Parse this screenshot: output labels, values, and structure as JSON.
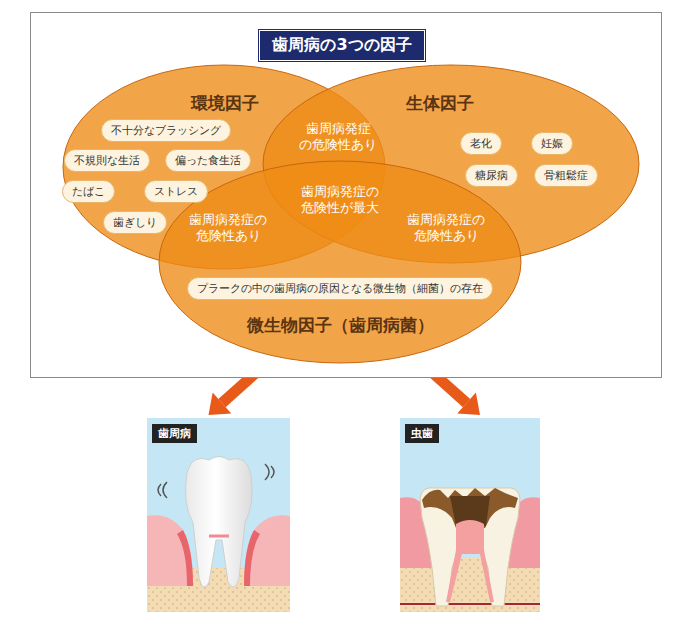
{
  "diagram": {
    "nodes": [
      {
        "text": [
          "歯周病の3つの因子"
        ]
      },
      {
        "text": [
          "環境因子"
        ],
        "in": 0
      },
      {
        "text": [
          "不十分なブラッシング"
        ],
        "in": 1
      },
      {
        "text": [
          "不規則な生活"
        ],
        "in": 1
      },
      {
        "text": [
          "偏った食生活"
        ],
        "in": 1
      },
      {
        "text": [
          "たばこ"
        ],
        "in": 1
      },
      {
        "text": [
          "ストレス"
        ],
        "in": 1
      },
      {
        "text": [
          "歯ぎしり"
        ],
        "in": 1
      },
      {
        "text": [
          "生体因子"
        ],
        "in": 0
      },
      {
        "text": [
          "老化"
        ],
        "in": 8
      },
      {
        "text": [
          "妊娠"
        ],
        "in": 8
      },
      {
        "text": [
          "糖尿病"
        ],
        "in": 8
      },
      {
        "text": [
          "骨粗鬆症"
        ],
        "in": 8
      },
      {
        "text": [
          "微生物因子（歯周病菌）"
        ],
        "in": 0
      },
      {
        "text": [
          "プラークの中の歯周病の原因となる微生物（細菌）の存在"
        ],
        "in": 13
      },
      {
        "text": [
          "歯周病"
        ]
      },
      {
        "text": [
          "虫歯"
        ]
      }
    ],
    "edges": [
      {
        "from": 0,
        "to": 15,
        "arrow": "to"
      },
      {
        "from": 0,
        "to": 16,
        "arrow": "to"
      }
    ],
    "labels": [
      "歯周病発症 の危険性あり",
      "歯周病発症の 危険性が最大",
      "歯周病発症の 危険性あり",
      "歯周病発症の 危険性あり"
    ]
  }
}
